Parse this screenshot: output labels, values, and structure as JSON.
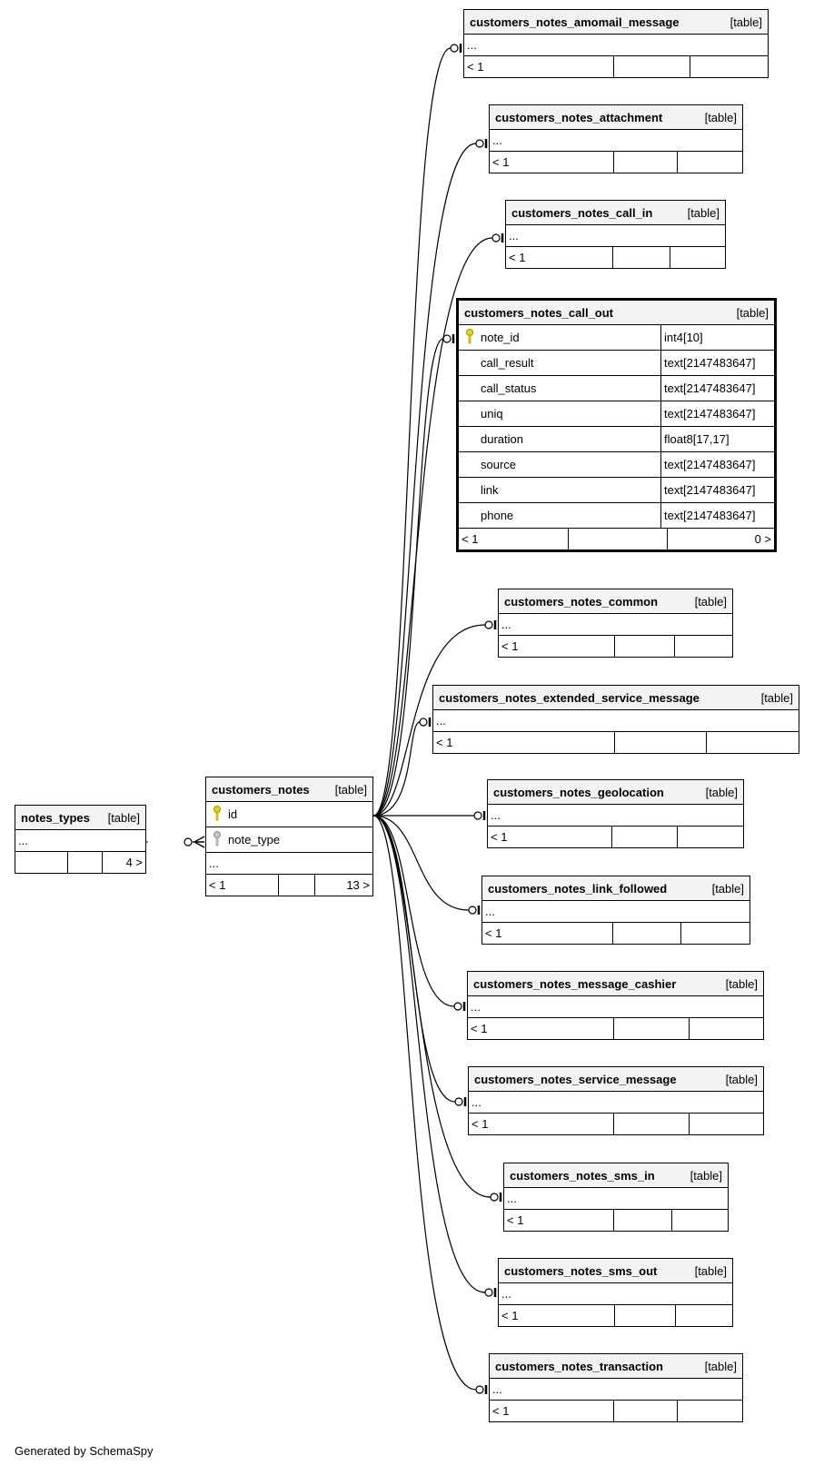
{
  "footer_text": "Generated by SchemaSpy",
  "tables": {
    "notes_types": {
      "name": "notes_types",
      "kind": "[table]",
      "ellipsis": "...",
      "parents": "",
      "children": "4 >"
    },
    "customers_notes": {
      "name": "customers_notes",
      "kind": "[table]",
      "ellipsis": "...",
      "columns": [
        {
          "name": "id",
          "key": "primary"
        },
        {
          "name": "note_type",
          "key": "foreign"
        }
      ],
      "parents": "< 1",
      "children": "13 >"
    },
    "call_out": {
      "name": "customers_notes_call_out",
      "kind": "[table]",
      "columns": [
        {
          "name": "note_id",
          "type": "int4[10]"
        },
        {
          "name": "call_result",
          "type": "text[2147483647]"
        },
        {
          "name": "call_status",
          "type": "text[2147483647]"
        },
        {
          "name": "uniq",
          "type": "text[2147483647]"
        },
        {
          "name": "duration",
          "type": "float8[17,17]"
        },
        {
          "name": "source",
          "type": "text[2147483647]"
        },
        {
          "name": "link",
          "type": "text[2147483647]"
        },
        {
          "name": "phone",
          "type": "text[2147483647]"
        }
      ],
      "parents": "< 1",
      "children": "0 >"
    },
    "children": [
      {
        "id": "amomail_message",
        "name": "customers_notes_amomail_message",
        "kind": "[table]",
        "ellipsis": "...",
        "parents": "< 1"
      },
      {
        "id": "attachment",
        "name": "customers_notes_attachment",
        "kind": "[table]",
        "ellipsis": "...",
        "parents": "< 1"
      },
      {
        "id": "call_in",
        "name": "customers_notes_call_in",
        "kind": "[table]",
        "ellipsis": "...",
        "parents": "< 1"
      },
      {
        "id": "common",
        "name": "customers_notes_common",
        "kind": "[table]",
        "ellipsis": "...",
        "parents": "< 1"
      },
      {
        "id": "extended_service_message",
        "name": "customers_notes_extended_service_message",
        "kind": "[table]",
        "ellipsis": "...",
        "parents": "< 1"
      },
      {
        "id": "geolocation",
        "name": "customers_notes_geolocation",
        "kind": "[table]",
        "ellipsis": "...",
        "parents": "< 1"
      },
      {
        "id": "link_followed",
        "name": "customers_notes_link_followed",
        "kind": "[table]",
        "ellipsis": "...",
        "parents": "< 1"
      },
      {
        "id": "message_cashier",
        "name": "customers_notes_message_cashier",
        "kind": "[table]",
        "ellipsis": "...",
        "parents": "< 1"
      },
      {
        "id": "service_message",
        "name": "customers_notes_service_message",
        "kind": "[table]",
        "ellipsis": "...",
        "parents": "< 1"
      },
      {
        "id": "sms_in",
        "name": "customers_notes_sms_in",
        "kind": "[table]",
        "ellipsis": "...",
        "parents": "< 1"
      },
      {
        "id": "sms_out",
        "name": "customers_notes_sms_out",
        "kind": "[table]",
        "ellipsis": "...",
        "parents": "< 1"
      },
      {
        "id": "transaction",
        "name": "customers_notes_transaction",
        "kind": "[table]",
        "ellipsis": "...",
        "parents": "< 1"
      }
    ]
  },
  "colors": {
    "primary_key": "#e8d800",
    "foreign_key": "#b0b0b0",
    "header_bg": "#f3f3f3",
    "line": "#000000"
  }
}
